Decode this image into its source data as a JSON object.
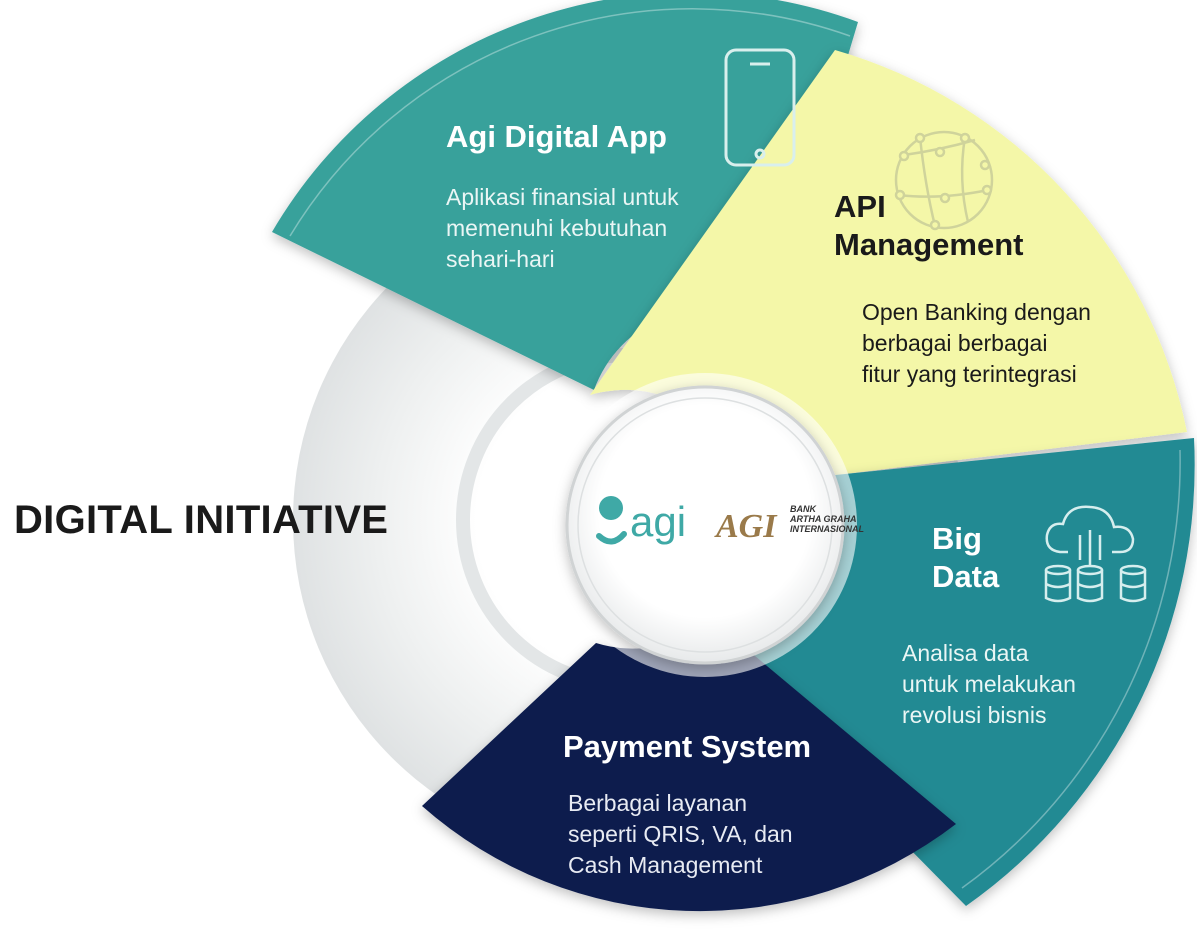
{
  "title": "DIGITAL INITIATIVE",
  "center": {
    "logo_agi": "agi",
    "logo_agi_bank": "AGI",
    "logo_bank_lines": [
      "BANK",
      "ARTHA GRAHA",
      "INTERNASIONAL"
    ]
  },
  "segments": [
    {
      "title": "Agi Digital App",
      "description": [
        "Aplikasi finansial untuk",
        "memenuhi kebutuhan",
        "sehari-hari"
      ],
      "color": "#37a19b",
      "icon": "smartphone-icon"
    },
    {
      "title": [
        "API",
        "Management"
      ],
      "description": [
        "Open Banking dengan",
        "berbagai berbagai",
        "fitur yang terintegrasi"
      ],
      "color": "#f4f7a8",
      "icon": "globe-network-icon"
    },
    {
      "title": [
        "Big",
        "Data"
      ],
      "description": [
        "Analisa data",
        "untuk melakukan",
        "revolusi bisnis"
      ],
      "color": "#208a93",
      "icon": "cloud-database-icon"
    },
    {
      "title": "Payment System",
      "description": [
        "Berbagai layanan",
        "seperti QRIS, VA, dan",
        "Cash Management"
      ],
      "color": "#0e1e4e",
      "icon": ""
    }
  ]
}
